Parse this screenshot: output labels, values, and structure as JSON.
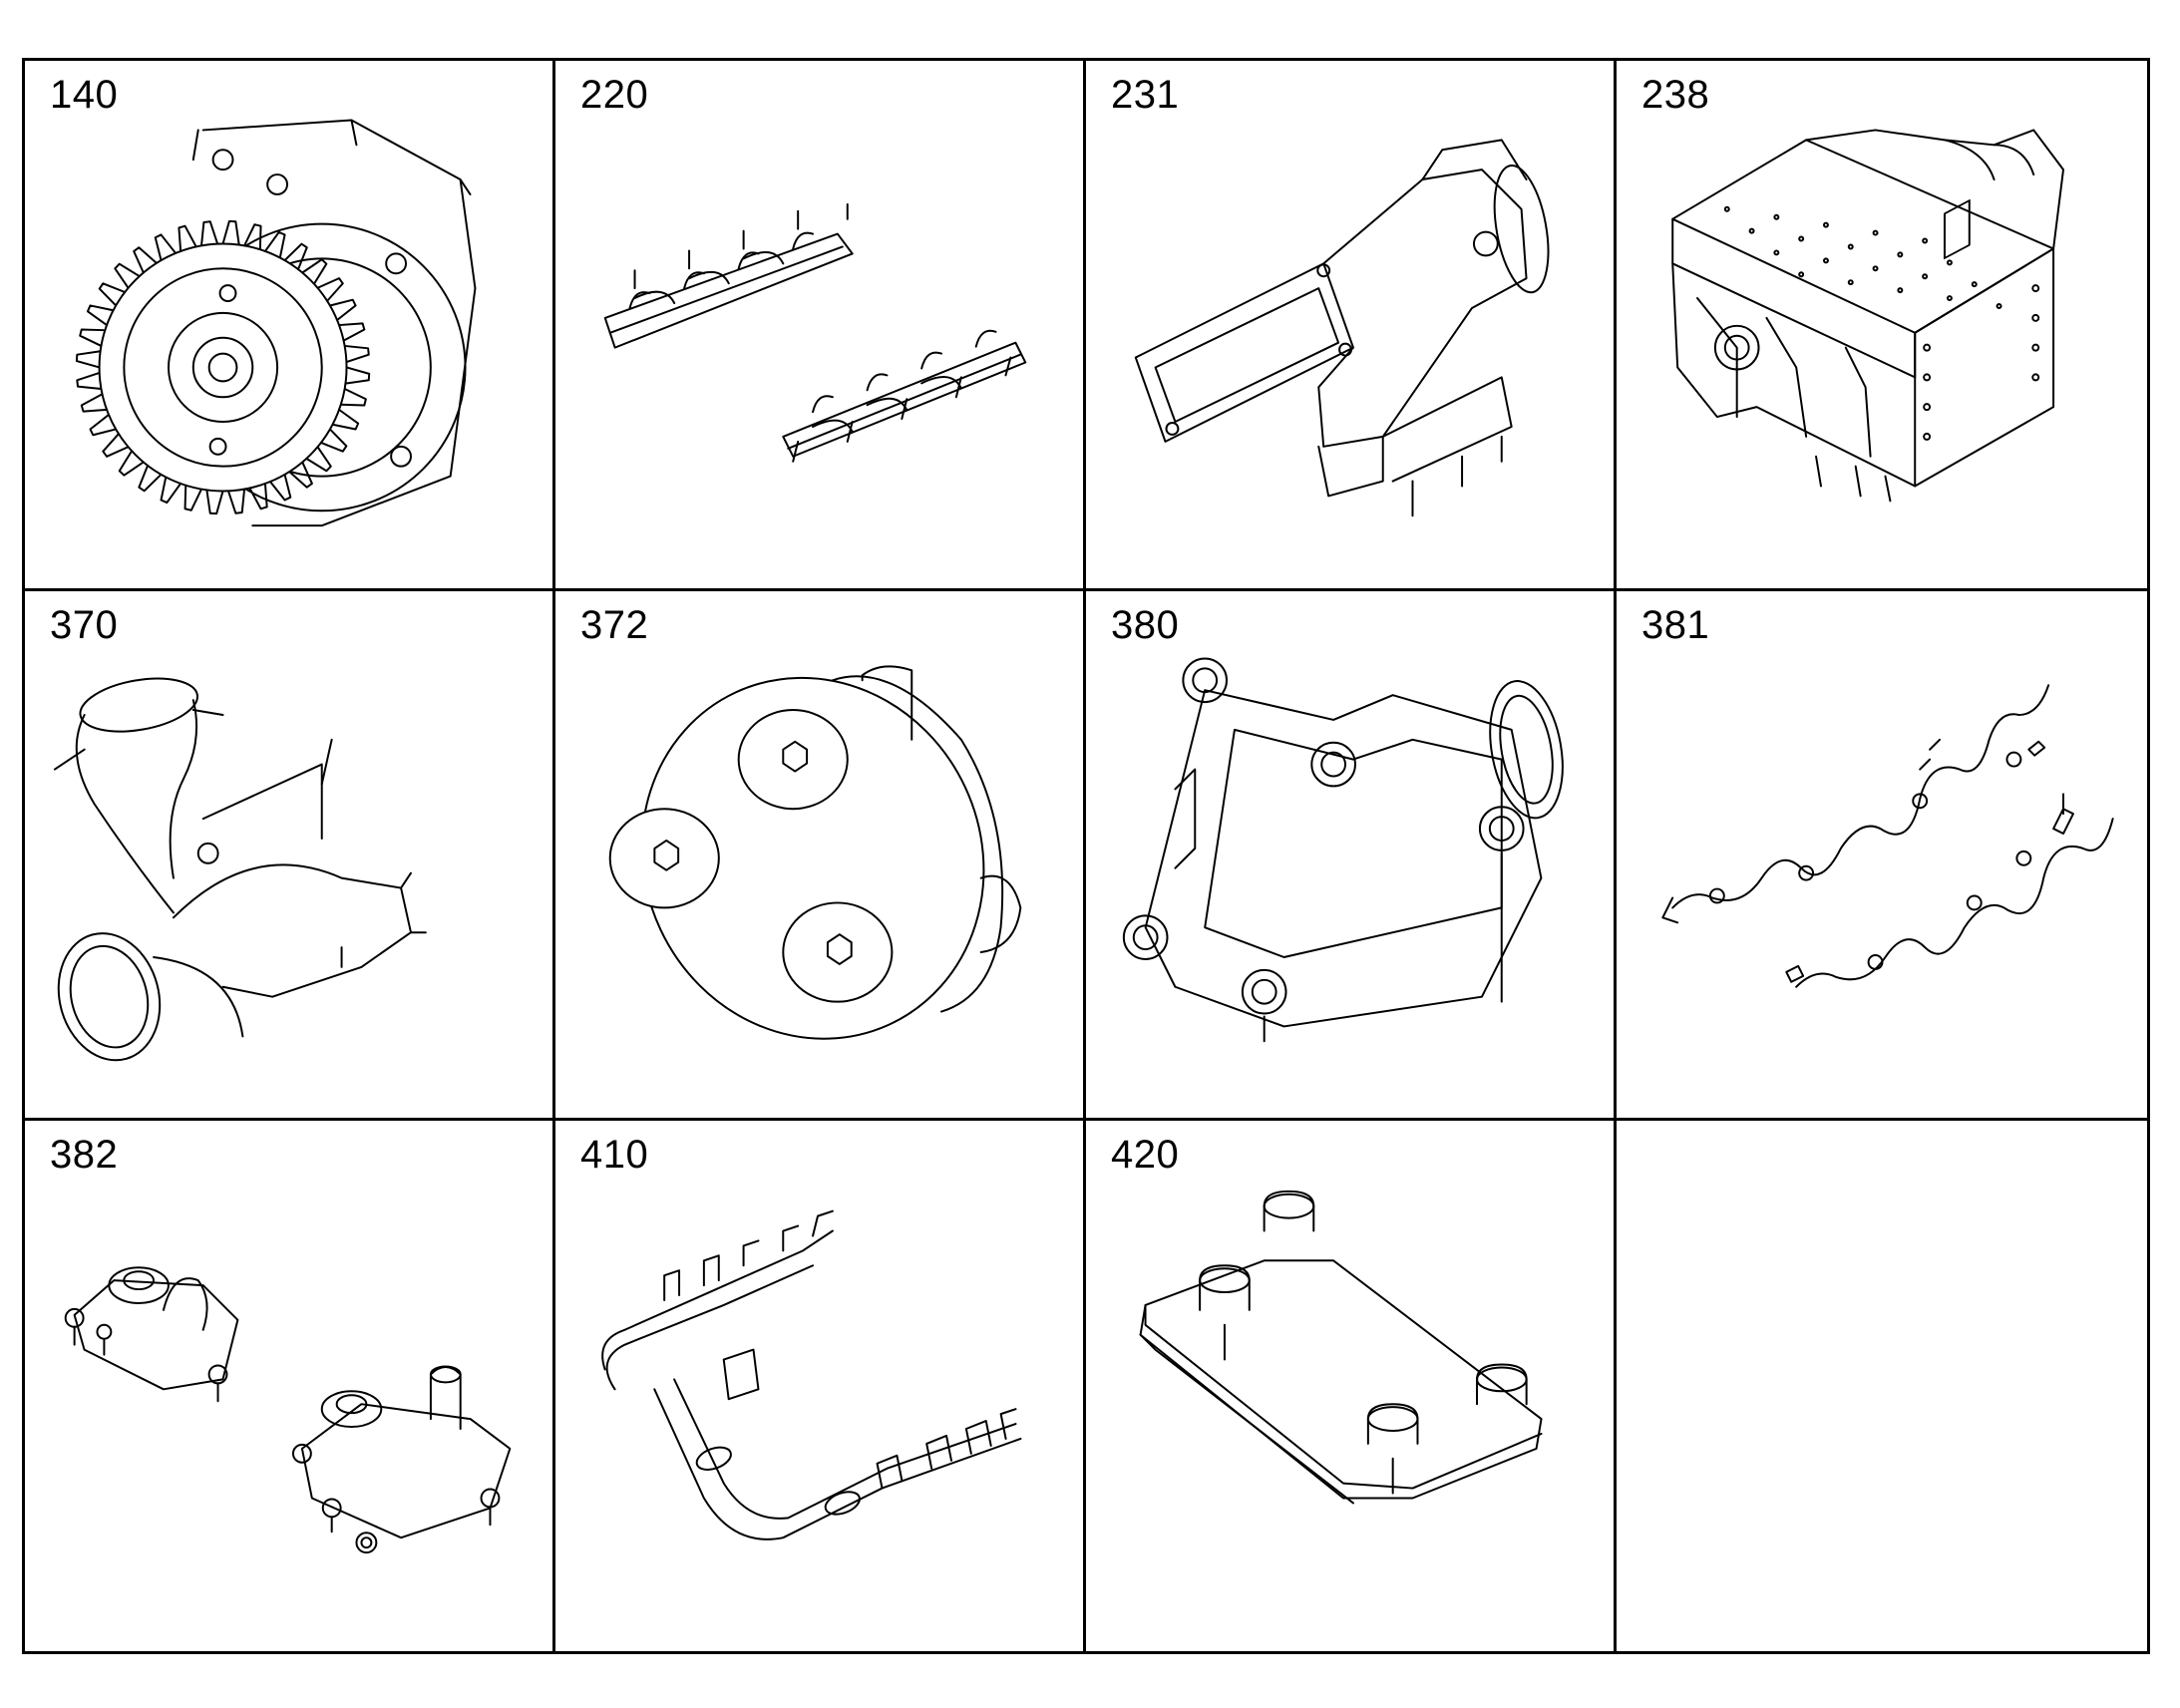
{
  "parts": [
    {
      "number": "140",
      "icon": "gear-pump-drawing"
    },
    {
      "number": "220",
      "icon": "manifold-pair-drawing"
    },
    {
      "number": "231",
      "icon": "intake-duct-drawing"
    },
    {
      "number": "238",
      "icon": "charge-air-cooler-drawing"
    },
    {
      "number": "370",
      "icon": "pipe-elbow-drawing"
    },
    {
      "number": "372",
      "icon": "flange-tool-drawing"
    },
    {
      "number": "380",
      "icon": "housing-cover-drawing"
    },
    {
      "number": "381",
      "icon": "wire-harness-drawing"
    },
    {
      "number": "382",
      "icon": "thermostat-housing-drawing"
    },
    {
      "number": "410",
      "icon": "pipe-assembly-drawing"
    },
    {
      "number": "420",
      "icon": "bolted-plate-drawing"
    }
  ]
}
